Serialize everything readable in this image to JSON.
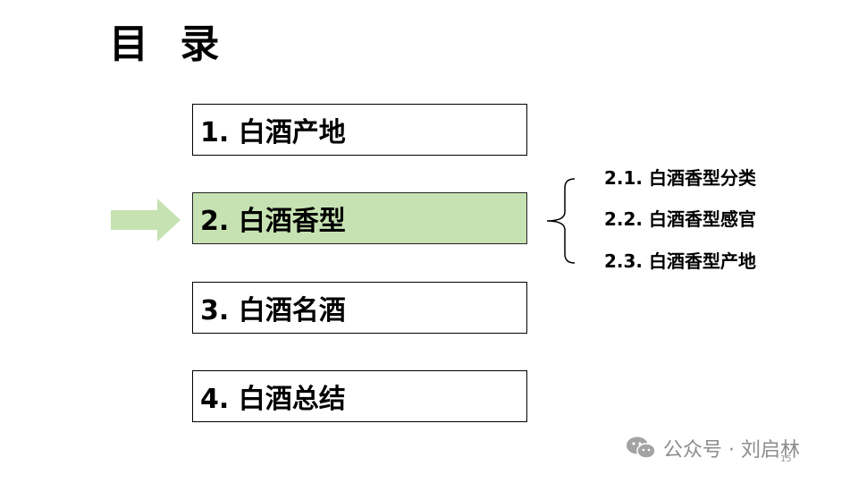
{
  "slide": {
    "title": "目 录",
    "items": [
      {
        "label": "1. 白酒产地",
        "active": false
      },
      {
        "label": "2. 白酒香型",
        "active": true
      },
      {
        "label": "3. 白酒名酒",
        "active": false
      },
      {
        "label": "4. 白酒总结",
        "active": false
      }
    ],
    "subitems": [
      "2.1. 白酒香型分类",
      "2.2. 白酒香型感官",
      "2.3. 白酒香型产地"
    ],
    "page_number": "15"
  },
  "watermark": {
    "icon": "wechat-icon",
    "text": "公众号 · 刘启林"
  },
  "colors": {
    "active_fill": "#c7e2b2",
    "arrow_fill": "#c7e2b2",
    "border": "#000000",
    "text": "#000000",
    "watermark": "#8c8c8c"
  }
}
